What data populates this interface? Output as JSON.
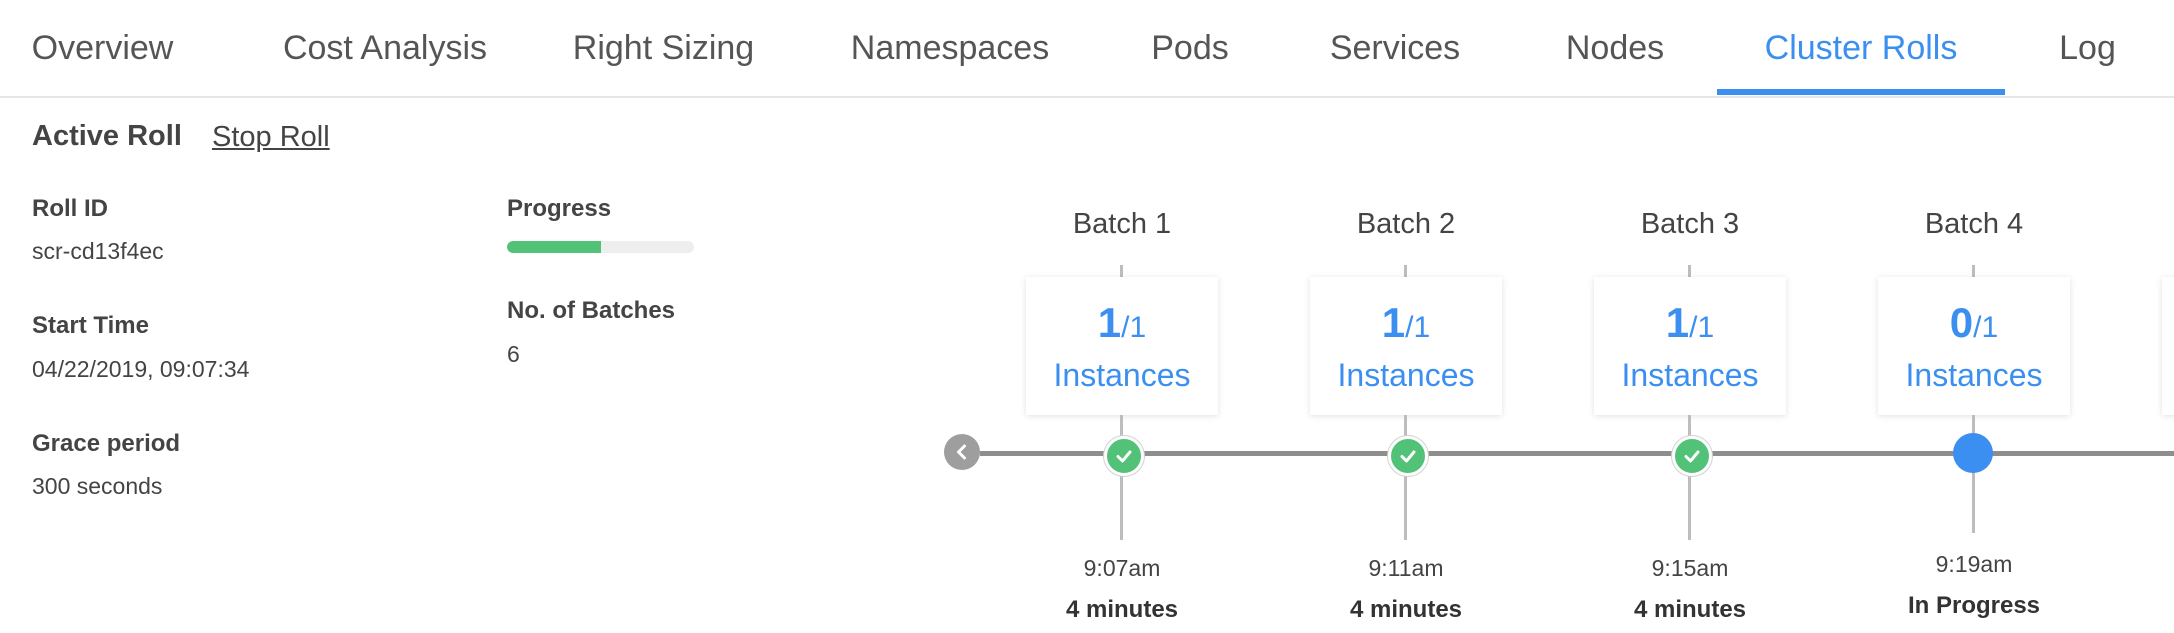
{
  "tabs": [
    {
      "label": "Overview"
    },
    {
      "label": "Cost Analysis"
    },
    {
      "label": "Right Sizing"
    },
    {
      "label": "Namespaces"
    },
    {
      "label": "Pods"
    },
    {
      "label": "Services"
    },
    {
      "label": "Nodes"
    },
    {
      "label": "Cluster Rolls"
    },
    {
      "label": "Log"
    }
  ],
  "active_tab": "Cluster Rolls",
  "roll": {
    "title": "Active Roll",
    "stop_label": "Stop Roll",
    "roll_id_label": "Roll ID",
    "roll_id": "scr-cd13f4ec",
    "start_time_label": "Start Time",
    "start_time": "04/22/2019, 09:07:34",
    "grace_label": "Grace period",
    "grace": "300 seconds",
    "progress_label": "Progress",
    "progress_fraction": 0.5,
    "batches_label": "No. of Batches",
    "batches": "6"
  },
  "batches": [
    {
      "title": "Batch 1",
      "done": "1",
      "total": "/1",
      "unit": "Instances",
      "time": "9:07am",
      "duration": "4 minutes",
      "status": "complete"
    },
    {
      "title": "Batch 2",
      "done": "1",
      "total": "/1",
      "unit": "Instances",
      "time": "9:11am",
      "duration": "4 minutes",
      "status": "complete"
    },
    {
      "title": "Batch 3",
      "done": "1",
      "total": "/1",
      "unit": "Instances",
      "time": "9:15am",
      "duration": "4 minutes",
      "status": "complete"
    },
    {
      "title": "Batch 4",
      "done": "0",
      "total": "/1",
      "unit": "Instances",
      "time": "9:19am",
      "duration": "In Progress",
      "status": "in-progress"
    }
  ],
  "colors": {
    "accent": "#3b8ff0",
    "success": "#52c278",
    "track": "#8e8e8e"
  },
  "icons": {
    "back": "chevron-left-icon",
    "complete": "check-icon"
  }
}
